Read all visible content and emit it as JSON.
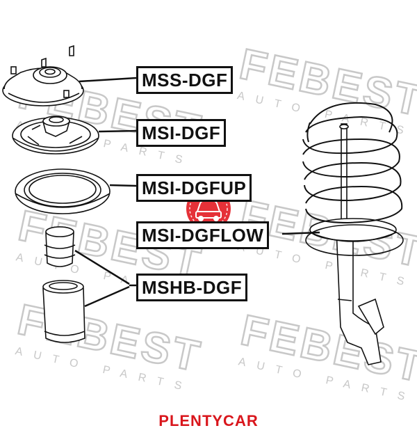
{
  "colors": {
    "line": "#111111",
    "watermark": "#c8c8c8",
    "footer": "#d9161c",
    "badge": "#e32027"
  },
  "watermark": {
    "brand": "FEBEST",
    "sub": "AUTO PARTS"
  },
  "parts": [
    {
      "id": "mss",
      "label": "MSS-DGF"
    },
    {
      "id": "msi",
      "label": "MSI-DGF"
    },
    {
      "id": "msiup",
      "label": "MSI-DGFUP"
    },
    {
      "id": "msilow",
      "label": "MSI-DGFLOW"
    },
    {
      "id": "mshb",
      "label": "MSHB-DGF"
    }
  ],
  "badge": {
    "icon": "car-icon"
  },
  "footer": {
    "text": "PLENTYCAR"
  }
}
